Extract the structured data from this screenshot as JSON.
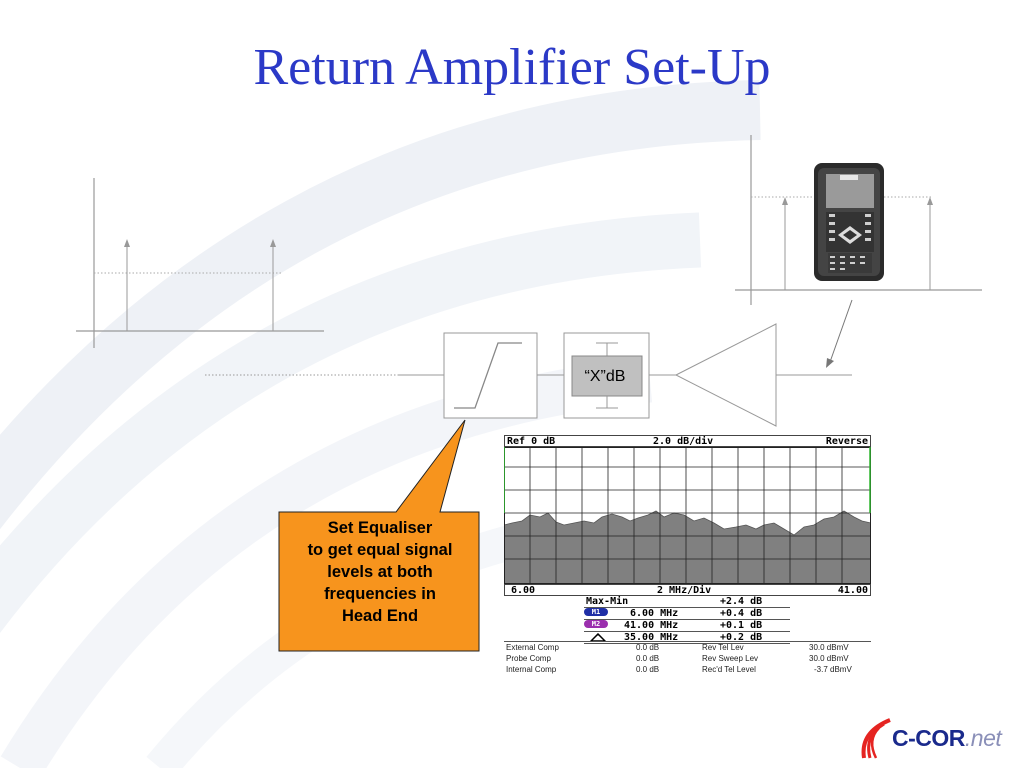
{
  "slide": {
    "title": "Return Amplifier Set-Up"
  },
  "attenuator": {
    "label": "“X”dB"
  },
  "callout": {
    "lines": [
      "Set Equaliser",
      "to get equal signal",
      "levels at both",
      "frequencies in",
      "Head End"
    ],
    "fill_color": "#f7941d"
  },
  "analyzer_screen": {
    "header": {
      "ref": "Ref 0 dB",
      "scale": "2.0 dB/div",
      "mode": "Reverse"
    },
    "footer": {
      "start": "6.00",
      "span": "2 MHz/Div",
      "stop": "41.00"
    },
    "markers": {
      "title": "Max-Min",
      "title_value": "+2.4  dB",
      "rows": [
        {
          "tag": "M1",
          "freq": "6.00  MHz",
          "value": "+0.4  dB",
          "tag_color": "#1f2fa6"
        },
        {
          "tag": "M2",
          "freq": "41.00  MHz",
          "value": "+0.1  dB",
          "tag_color": "#9b2fae"
        },
        {
          "tag": "delta-icon",
          "freq": "35.00  MHz",
          "value": "+0.2  dB"
        }
      ]
    },
    "status": [
      {
        "label1": "External Comp",
        "val1": "0.0 dB",
        "label2": "Rev Tel Lev",
        "val2": "30.0 dBmV"
      },
      {
        "label1": "Probe Comp",
        "val1": "0.0 dB",
        "label2": "Rev Sweep Lev",
        "val2": "30.0 dBmV"
      },
      {
        "label1": "Internal Comp",
        "val1": "0.0 dB",
        "label2": "Rec'd Tel Level",
        "val2": "-3.7 dBmV"
      }
    ]
  },
  "logo": {
    "brand": "C-COR",
    "suffix": ".net"
  },
  "colors": {
    "title": "#2b39c7",
    "callout": "#f7941d",
    "grid_fill": "#808080"
  }
}
